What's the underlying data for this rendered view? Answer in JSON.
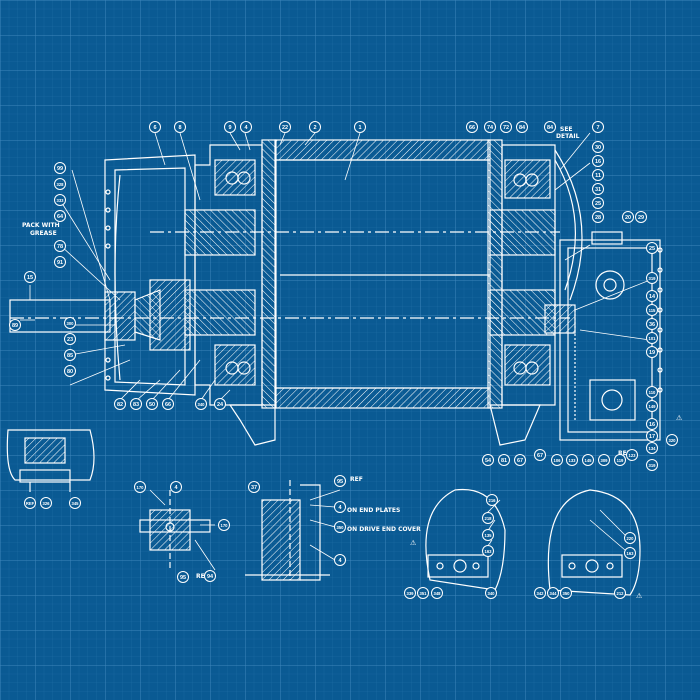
{
  "colors": {
    "background": "#0a5a93",
    "grid_major": "#3f86bb",
    "grid_minor": "#2370a7",
    "lines": "#ffffff"
  },
  "notes": {
    "see_detail_1": "SEE",
    "see_detail_2": "DETAIL",
    "pack_1": "PACK WITH",
    "pack_2": "GREASE",
    "ref_a": "REF",
    "ref_b": "REF",
    "ref_c": "REF",
    "end_plates": "ON END PLATES",
    "drive_cover": "ON DRIVE END COVER"
  },
  "balloons": [
    "6",
    "8",
    "9",
    "4",
    "22",
    "2",
    "1",
    "66",
    "74",
    "72",
    "84",
    "84",
    "7",
    "30",
    "16",
    "11",
    "31",
    "25",
    "28",
    "20",
    "29",
    "99",
    "328",
    "333",
    "64",
    "78",
    "91",
    "15",
    "89",
    "300",
    "23",
    "85",
    "80",
    "82",
    "83",
    "50",
    "66",
    "340",
    "24",
    "54",
    "81",
    "67",
    "67",
    "106",
    "25",
    "319",
    "14",
    "115",
    "36",
    "101",
    "19",
    "110",
    "149",
    "16",
    "17",
    "134",
    "133",
    "145",
    "309",
    "119",
    "319",
    "123",
    "320",
    "REF",
    "326",
    "345",
    "170",
    "4",
    "170",
    "94",
    "95",
    "37",
    "95",
    "4",
    "350",
    "4",
    "339",
    "351",
    "348",
    "340",
    "216",
    "218",
    "135",
    "163",
    "342",
    "344",
    "350",
    "212",
    "220",
    "163",
    "170",
    "163",
    "208"
  ]
}
